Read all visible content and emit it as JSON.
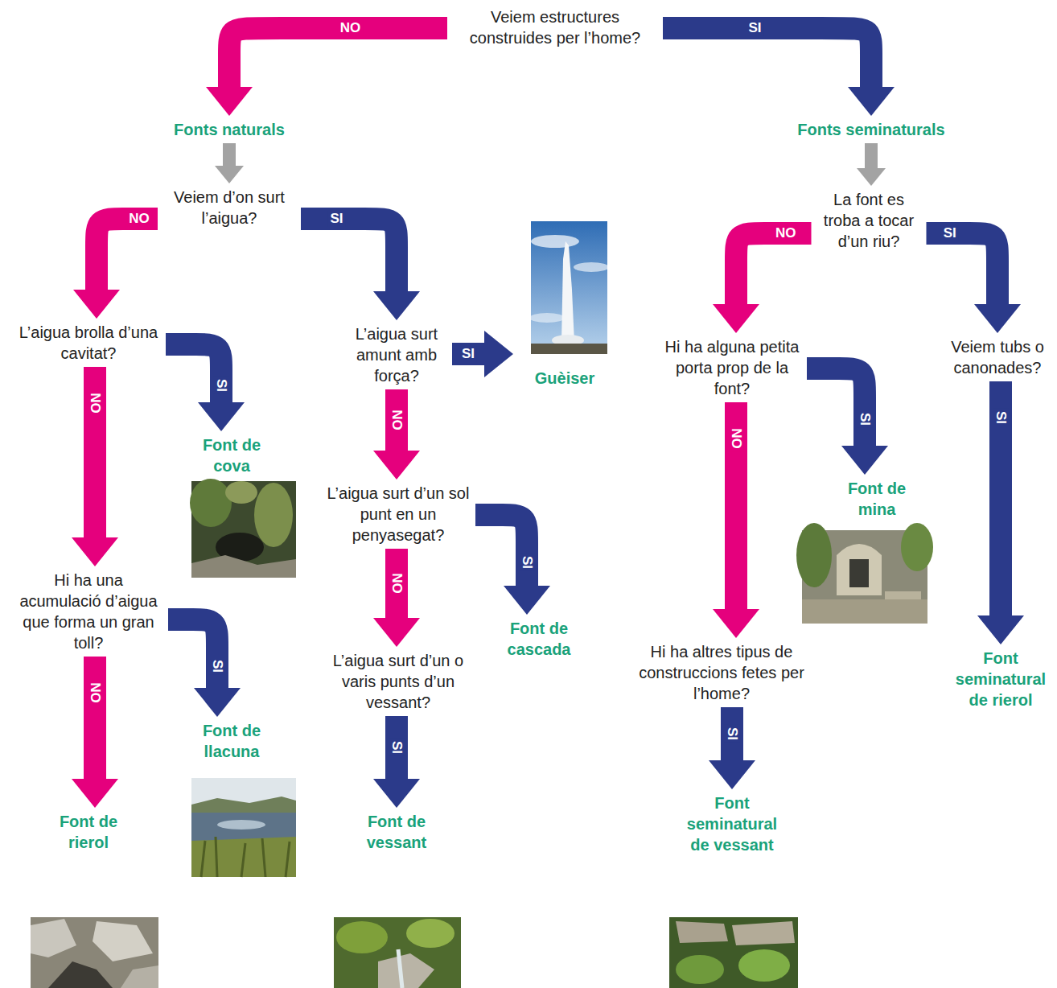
{
  "diagram": {
    "nodes": [
      {
        "text": [
          "Veiem estructures construides per l’home?"
        ]
      },
      {
        "text": [
          "Fonts naturals"
        ]
      },
      {
        "text": [
          "Fonts seminaturals"
        ]
      },
      {
        "text": [
          "Veiem d’on surt l’aigua?"
        ]
      },
      {
        "text": [
          "La font es troba a tocar d’un riu?"
        ]
      },
      {
        "text": [
          "L’aigua brolla d’una cavitat?"
        ]
      },
      {
        "text": [
          "L’aigua surt amunt amb força?"
        ]
      },
      {
        "text": [
          "Guèiser"
        ]
      },
      {
        "text": [
          "Hi ha alguna petita porta prop de la font?"
        ]
      },
      {
        "text": [
          "Veiem tubs o canonades?"
        ]
      },
      {
        "text": [
          "Font de cova"
        ]
      },
      {
        "text": [
          "L’aigua surt d’un sol punt en un penyasegat?"
        ]
      },
      {
        "text": [
          "Font de mina"
        ]
      },
      {
        "text": [
          "Hi ha una acumulació d’aigua que forma un gran toll?"
        ]
      },
      {
        "text": [
          "Font de cascada"
        ]
      },
      {
        "text": [
          "L’aigua surt d’un o varis punts d’un vessant?"
        ]
      },
      {
        "text": [
          "Hi ha altres tipus de construccions fetes per l’home?"
        ]
      },
      {
        "text": [
          "Font seminatural de rierol"
        ]
      },
      {
        "text": [
          "Font de llacuna"
        ]
      },
      {
        "text": [
          "Font de rierol"
        ]
      },
      {
        "text": [
          "Font de vessant"
        ]
      },
      {
        "text": [
          "Font seminatural de vessant"
        ]
      }
    ],
    "edges": [
      {
        "from": 0,
        "to": 1,
        "label": "NO",
        "arrow": "to"
      },
      {
        "from": 0,
        "to": 2,
        "label": "SI",
        "arrow": "to"
      },
      {
        "from": 1,
        "to": 3,
        "arrow": "to"
      },
      {
        "from": 2,
        "to": 4,
        "arrow": "to"
      },
      {
        "from": 3,
        "to": 5,
        "label": "NO",
        "arrow": "to"
      },
      {
        "from": 3,
        "to": 6,
        "label": "SI",
        "arrow": "to"
      },
      {
        "from": 4,
        "to": 8,
        "label": "NO",
        "arrow": "to"
      },
      {
        "from": 4,
        "to": 9,
        "label": "SI",
        "arrow": "to"
      },
      {
        "from": 5,
        "to": 10,
        "label": "SI",
        "arrow": "to"
      },
      {
        "from": 5,
        "to": 13,
        "label": "NO",
        "arrow": "to"
      },
      {
        "from": 6,
        "to": 7,
        "label": "SI",
        "arrow": "to"
      },
      {
        "from": 6,
        "to": 11,
        "label": "NO",
        "arrow": "to"
      },
      {
        "from": 8,
        "to": 12,
        "label": "SI",
        "arrow": "to"
      },
      {
        "from": 8,
        "to": 16,
        "label": "NO",
        "arrow": "to"
      },
      {
        "from": 9,
        "to": 17,
        "label": "SI",
        "arrow": "to"
      },
      {
        "from": 13,
        "to": 18,
        "label": "SI",
        "arrow": "to"
      },
      {
        "from": 13,
        "to": 19,
        "label": "NO",
        "arrow": "to"
      },
      {
        "from": 11,
        "to": 14,
        "label": "SI",
        "arrow": "to"
      },
      {
        "from": 11,
        "to": 15,
        "label": "NO",
        "arrow": "to"
      },
      {
        "from": 15,
        "to": 20,
        "label": "SI",
        "arrow": "to"
      },
      {
        "from": 16,
        "to": 21,
        "label": "SI",
        "arrow": "to"
      }
    ]
  }
}
